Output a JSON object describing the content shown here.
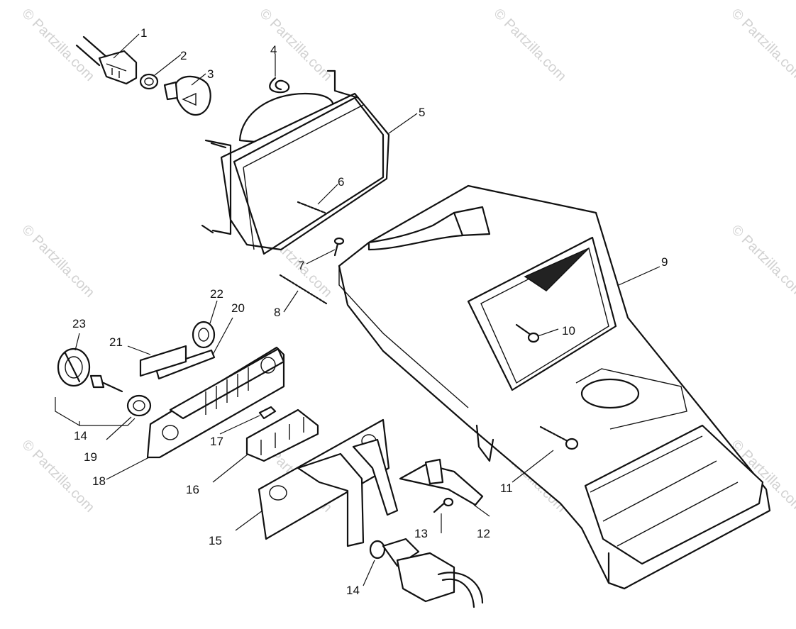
{
  "watermark": {
    "text": "© Partzilla.com"
  },
  "callouts": {
    "c1": "1",
    "c2": "2",
    "c3": "3",
    "c4": "4",
    "c5": "5",
    "c6": "6",
    "c7": "7",
    "c8": "8",
    "c9": "9",
    "c10": "10",
    "c11": "11",
    "c12": "12",
    "c13": "13",
    "c14a": "14",
    "c14b": "14",
    "c15": "15",
    "c16": "16",
    "c17": "17",
    "c18": "18",
    "c19": "19",
    "c20": "20",
    "c21": "21",
    "c22": "22",
    "c23": "23"
  }
}
